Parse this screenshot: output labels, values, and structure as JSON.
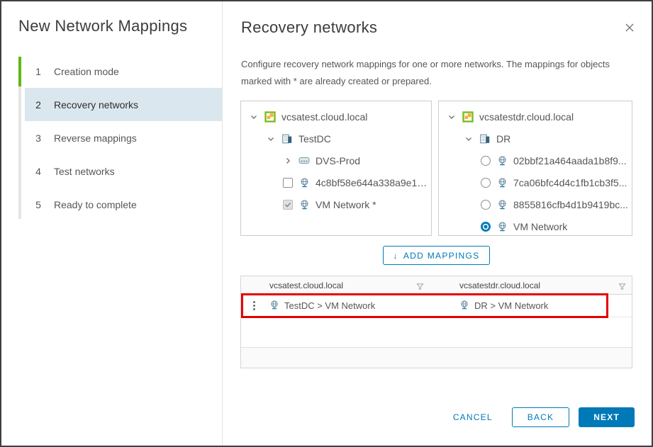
{
  "sidebar": {
    "title": "New Network Mappings",
    "steps": [
      {
        "num": "1",
        "label": "Creation mode"
      },
      {
        "num": "2",
        "label": "Recovery networks"
      },
      {
        "num": "3",
        "label": "Reverse mappings"
      },
      {
        "num": "4",
        "label": "Test networks"
      },
      {
        "num": "5",
        "label": "Ready to complete"
      }
    ]
  },
  "dialog": {
    "title": "Recovery networks",
    "description": "Configure recovery network mappings for one or more networks. The mappings for objects marked with * are already created or prepared."
  },
  "source_tree": {
    "root": "vcsatest.cloud.local",
    "datacenter": "TestDC",
    "dvswitch": "DVS-Prod",
    "networks": [
      {
        "label": "4c8bf58e644a338a9e1c...",
        "checked": false
      },
      {
        "label": "VM Network *",
        "checked": true,
        "disabled": true
      }
    ]
  },
  "target_tree": {
    "root": "vcsatestdr.cloud.local",
    "datacenter": "DR",
    "networks": [
      {
        "label": "02bbf21a464aada1b8f9...",
        "selected": false
      },
      {
        "label": "7ca06bfc4d4c1fb1cb3f5...",
        "selected": false
      },
      {
        "label": "8855816cfb4d1b9419bc...",
        "selected": false
      },
      {
        "label": "VM Network",
        "selected": true
      }
    ]
  },
  "toolbar": {
    "add_mappings_label": "ADD MAPPINGS",
    "add_mappings_arrow": "↓"
  },
  "mappings_table": {
    "columns": [
      "vcsatest.cloud.local",
      "vcsatestdr.cloud.local"
    ],
    "rows": [
      {
        "source": "TestDC > VM Network",
        "target": "DR > VM Network"
      }
    ]
  },
  "footer": {
    "cancel_label": "CANCEL",
    "back_label": "BACK",
    "next_label": "NEXT"
  },
  "colors": {
    "accent_blue": "#0079b8",
    "progress_green": "#61b715",
    "active_step_bg": "#dbe7ee",
    "annotation_red": "#e40000"
  }
}
